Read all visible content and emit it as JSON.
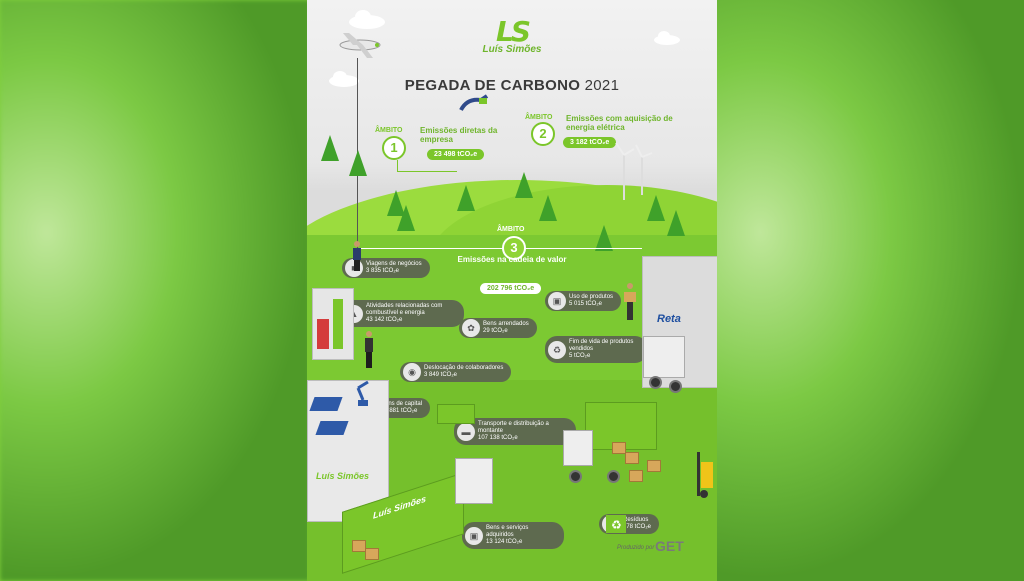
{
  "brand": {
    "mark": "LS",
    "name": "Luís Simões"
  },
  "title": {
    "main": "PEGADA DE CARBONO",
    "year": "2021"
  },
  "scopes": {
    "scope1": {
      "label": "ÂMBITO",
      "number": "1",
      "description": "Emissões diretas da empresa",
      "value": "23 498 tCO₂e"
    },
    "scope2": {
      "label": "ÂMBITO",
      "number": "2",
      "description": "Emissões com aquisição de energia elétrica",
      "value": "3 182 tCO₂e"
    },
    "scope3": {
      "label": "ÂMBITO",
      "number": "3",
      "description": "Emissões na cadeia de valor",
      "value": "202 796 tCO₂e"
    }
  },
  "categories": [
    {
      "name": "Viagens de negócios",
      "value": "3 835 tCO₂e"
    },
    {
      "name": "Atividades relacionadas com combustível e energia",
      "value": "43 142 tCO₂e"
    },
    {
      "name": "Bens arrendados",
      "value": "29 tCO₂e"
    },
    {
      "name": "Deslocação de colaboradores",
      "value": "3 849 tCO₂e"
    },
    {
      "name": "Bens de capital",
      "value": "25 881 tCO₂e"
    },
    {
      "name": "Transporte e distribuição a montante",
      "value": "107 138 tCO₂e"
    },
    {
      "name": "Bens e serviços adquiridos",
      "value": "13 124 tCO₂e"
    },
    {
      "name": "Uso de produtos",
      "value": "5 015 tCO₂e"
    },
    {
      "name": "Fim de vida de produtos vendidos",
      "value": "5 tCO₂e"
    },
    {
      "name": "Resíduos",
      "value": "778 tCO₂e"
    }
  ],
  "building_sign": "Reta",
  "truck_brand": "Luís Simões",
  "footer": {
    "produced_by": "Produzido por",
    "producer": "GET"
  },
  "colors": {
    "accent": "#7bc62a",
    "chip": "#5e6a4f"
  }
}
